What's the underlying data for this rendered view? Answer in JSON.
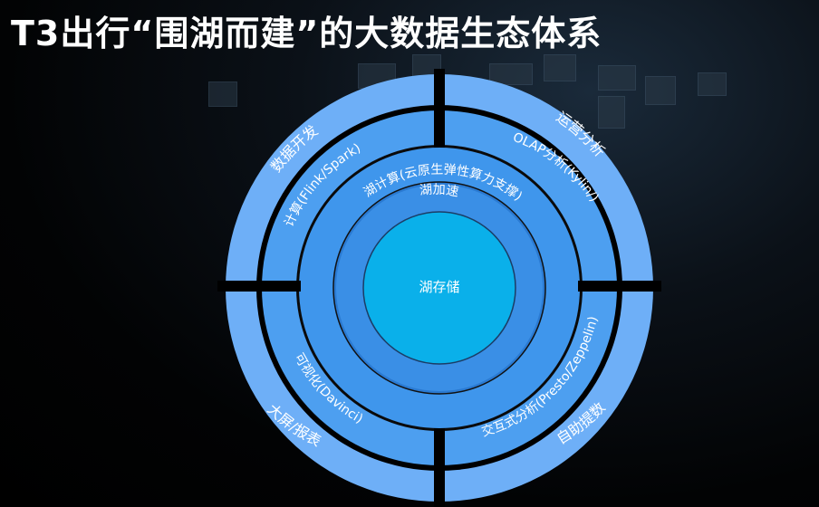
{
  "title": "T3出行“围湖而建”的大数据生态体系",
  "colors": {
    "outer_ring": "#6eaff7",
    "middle_ring": "#4d9ff0",
    "inner_ring": "#3f96ec",
    "band": "#3a8fe6",
    "core": "#0ab0ea",
    "gap": "#000000",
    "text": "#ffffff"
  },
  "outer_ring": {
    "top_left": "数据开发",
    "top_right": "运营分析",
    "bottom_left": "大屏/报表",
    "bottom_right": "自助提数"
  },
  "middle_ring": {
    "top_left": "计算(Flink/Spark)",
    "top_right": "OLAP分析(Kylin/)",
    "bottom_left": "可视化(Davinci)",
    "bottom_right": "交互式分析(Presto/Zeppelin)"
  },
  "inner_ring": "湖计算(云原生弹性算力支撑)",
  "lake_acceleration": "湖加速",
  "core": "湖存储"
}
